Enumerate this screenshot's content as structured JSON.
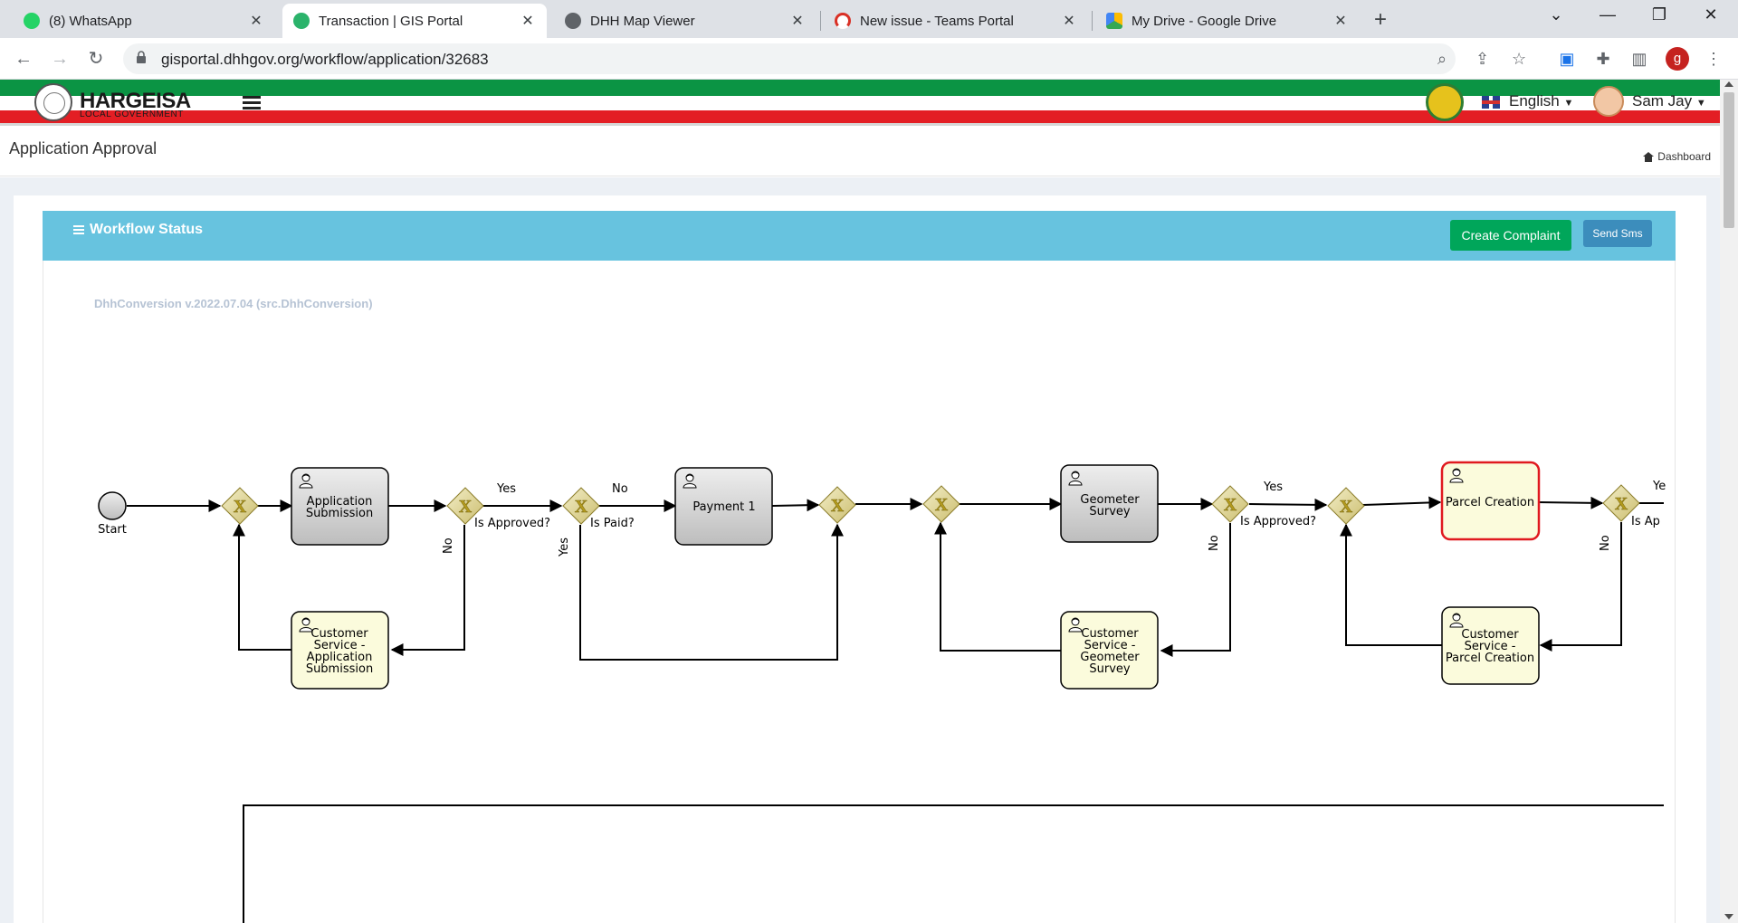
{
  "browser": {
    "tabs": [
      {
        "title": "(8) WhatsApp",
        "icon": "whatsapp-icon",
        "active": false
      },
      {
        "title": "Transaction | GIS Portal",
        "icon": "gis-portal-icon",
        "active": true
      },
      {
        "title": "DHH Map Viewer",
        "icon": "globe-icon",
        "active": false
      },
      {
        "title": "New issue - Teams Portal",
        "icon": "teams-portal-icon",
        "active": false
      },
      {
        "title": "My Drive - Google Drive",
        "icon": "google-drive-icon",
        "active": false
      }
    ],
    "url": "gisportal.dhhgov.org/workflow/application/32683",
    "profile_initial": "g"
  },
  "header": {
    "logo_title": "HARGEISA",
    "logo_subtitle": "LOCAL GOVERNMENT",
    "language": "English",
    "user_name": "Sam Jay"
  },
  "page": {
    "title": "Application Approval",
    "breadcrumb": "Dashboard"
  },
  "panel": {
    "title": "Workflow Status",
    "create_complaint_label": "Create Complaint",
    "send_sms_label": "Send Sms",
    "version_text": "DhhConversion v.2022.07.04 (src.DhhConversion)"
  },
  "workflow": {
    "start_label": "Start",
    "tasks": {
      "application_submission": [
        "Application",
        "Submission"
      ],
      "payment_1": [
        "Payment 1"
      ],
      "geometer_survey": [
        "Geometer",
        "Survey"
      ],
      "parcel_creation": [
        "Parcel Creation"
      ],
      "cs_application_submission": [
        "Customer",
        "Service -",
        "Application",
        "Submission"
      ],
      "cs_geometer_survey": [
        "Customer",
        "Service -",
        "Geometer",
        "Survey"
      ],
      "cs_parcel_creation": [
        "Customer",
        "Service -",
        "Parcel Creation"
      ]
    },
    "gateway_labels": {
      "is_approved_1": "Is Approved?",
      "is_paid": "Is Paid?",
      "is_approved_2": "Is Approved?",
      "is_approved_3": "Is Ap"
    },
    "flow_labels": {
      "yes": "Yes",
      "no": "No",
      "yes_cut": "Ye"
    },
    "colors": {
      "completed_task": "#cfcfcf",
      "pending_task": "#fbfbdc",
      "current_border": "#e0191f",
      "gateway": "#d8cc8c"
    }
  }
}
